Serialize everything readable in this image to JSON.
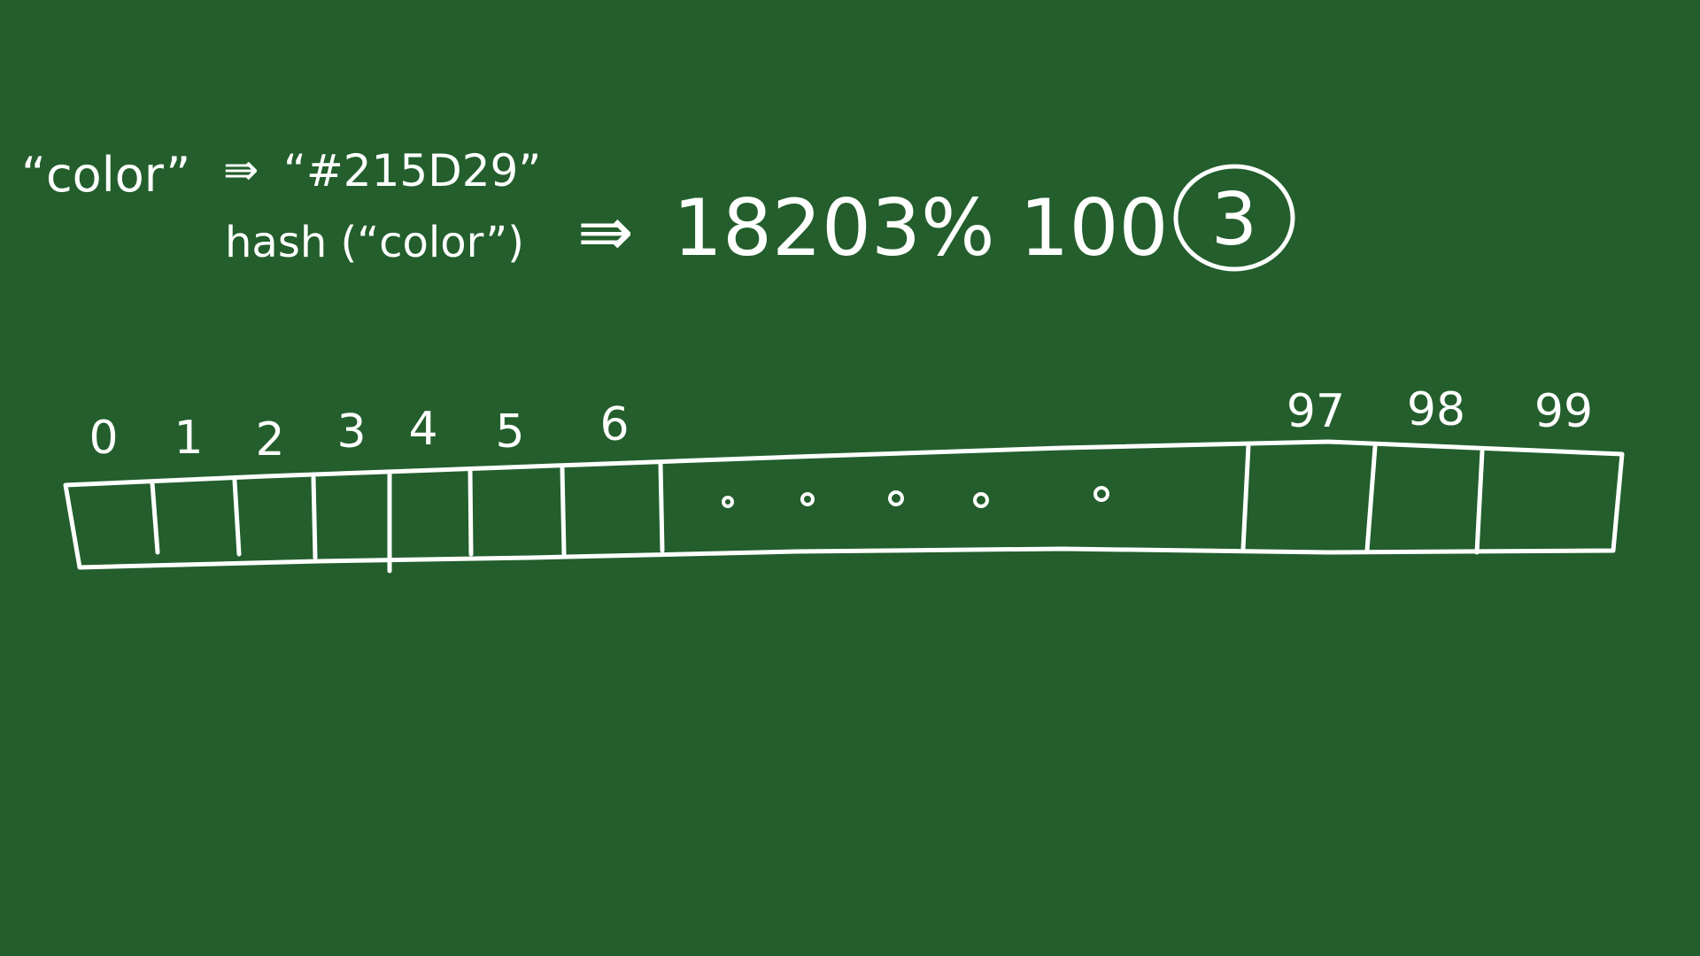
{
  "colors": {
    "board": "#235e2c",
    "chalk": "#ffffff"
  },
  "mapping": {
    "key": "“color”",
    "arrow": "⇛",
    "value": "“#215D29”"
  },
  "hash_line": {
    "call": "hash (“color”)",
    "arrow": "⇛",
    "expression": "18203% 100",
    "result": "3"
  },
  "array": {
    "left_indices": [
      "0",
      "1",
      "2",
      "3",
      "4",
      "5",
      "6"
    ],
    "right_indices": [
      "97",
      "98",
      "99"
    ],
    "ellipsis_dots": 5
  }
}
